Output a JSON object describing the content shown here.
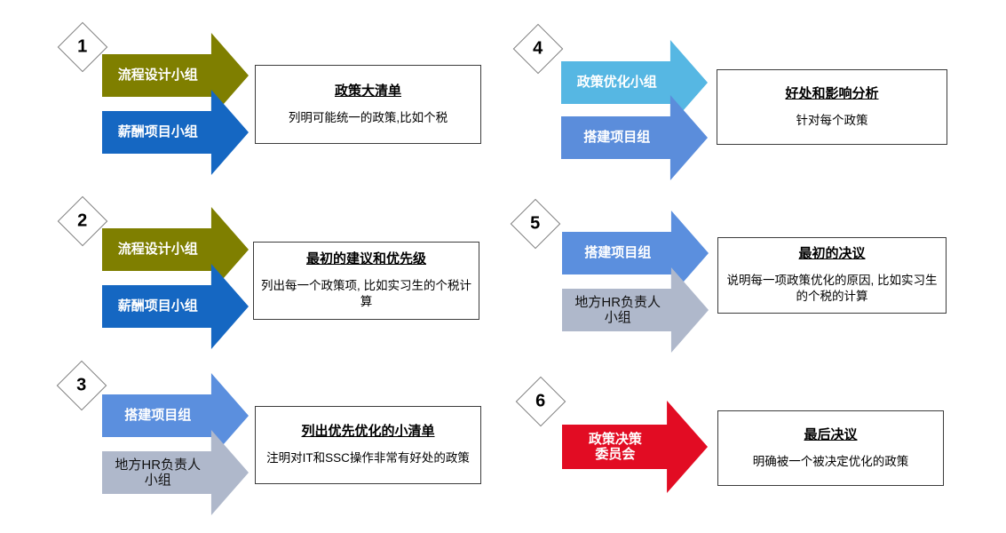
{
  "steps": [
    {
      "number": "1",
      "arrows": [
        {
          "label": "流程设计小组",
          "color": "#7F7F00"
        },
        {
          "label": "薪酬项目小组",
          "color": "#1567C2"
        }
      ],
      "box": {
        "title": "政策大清单",
        "desc": "列明可能统一的政策,比如个税"
      }
    },
    {
      "number": "2",
      "arrows": [
        {
          "label": "流程设计小组",
          "color": "#7F7F00"
        },
        {
          "label": "薪酬项目小组",
          "color": "#1567C2"
        }
      ],
      "box": {
        "title": "最初的建议和优先级",
        "desc": "列出每一个政策项, 比如实习生的个税计算"
      }
    },
    {
      "number": "3",
      "arrows": [
        {
          "label": "搭建项目组",
          "color": "#5B8FDE"
        },
        {
          "label": "地方HR负责人\n小组",
          "color": "#AFB8CB"
        }
      ],
      "box": {
        "title": "列出优先优化的小清单",
        "desc": "注明对IT和SSC操作非常有好处的政策"
      }
    },
    {
      "number": "4",
      "arrows": [
        {
          "label": "政策优化小组",
          "color": "#56B7E3"
        },
        {
          "label": "搭建项目组",
          "color": "#5B8DDB"
        }
      ],
      "box": {
        "title": "好处和影响分析",
        "desc": "针对每个政策"
      }
    },
    {
      "number": "5",
      "arrows": [
        {
          "label": "搭建项目组",
          "color": "#5B8FDE"
        },
        {
          "label": "地方HR负责人\n小组",
          "color": "#AFB8CB"
        }
      ],
      "box": {
        "title": "最初的决议",
        "desc": "说明每一项政策优化的原因, 比如实习生的个税的计算"
      }
    },
    {
      "number": "6",
      "arrows": [
        {
          "label": "政策决策\n委员会",
          "color": "#E20C23"
        }
      ],
      "box": {
        "title": "最后决议",
        "desc": "明确被一个被决定优化的政策"
      }
    }
  ]
}
